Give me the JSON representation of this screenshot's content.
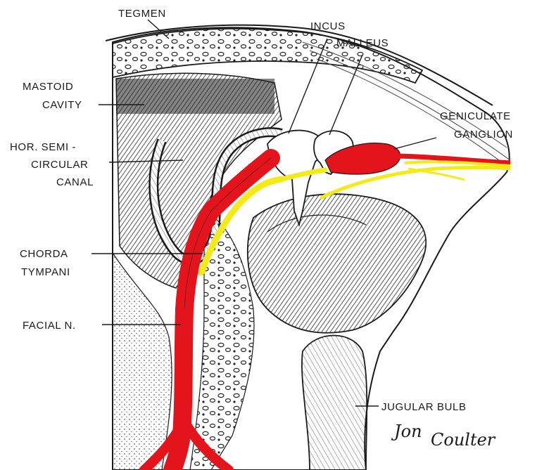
{
  "labels": {
    "tegmen": "TEGMEN",
    "incus": "INCUS",
    "malleus": "MALLEUS",
    "mastoid_line1": "MASTOID",
    "mastoid_line2": "CAVITY",
    "geniculate_line1": "GENICULATE",
    "geniculate_line2": "GANGLION",
    "hor_line1": "HOR. SEMI -",
    "hor_line2": "CIRCULAR",
    "hor_line3": "CANAL",
    "chorda_line1": "CHORDA",
    "chorda_line2": "TYMPANI",
    "facial": "FACIAL N.",
    "jugular": "JUGULAR BULB"
  },
  "signature": {
    "first": "Jon",
    "last": "Coulter"
  },
  "colors": {
    "facial_nerve": "#e3141b",
    "chorda_tympani": "#f3ea1c",
    "ink": "#1a1a1a",
    "bone_shade": "#3a3a3a",
    "background": "#ffffff"
  }
}
